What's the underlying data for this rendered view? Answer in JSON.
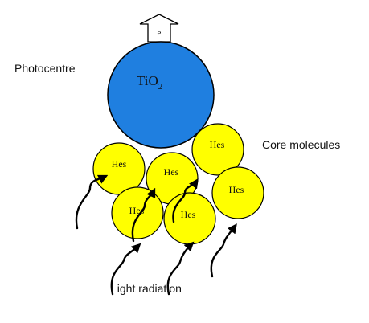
{
  "labels": {
    "photocentre": "Photocentre",
    "core_molecules": "Core molecules",
    "light_radiation": "Light radiation"
  },
  "electron_arrow": {
    "label": "e"
  },
  "photocentre": {
    "formula": "TiO",
    "subscript": "2",
    "color": "#1f7fe0"
  },
  "molecule": {
    "label": "Hes",
    "color": "#ffff00"
  },
  "colors": {
    "outline": "#000000",
    "arrow": "#000000",
    "text": "#111111"
  }
}
